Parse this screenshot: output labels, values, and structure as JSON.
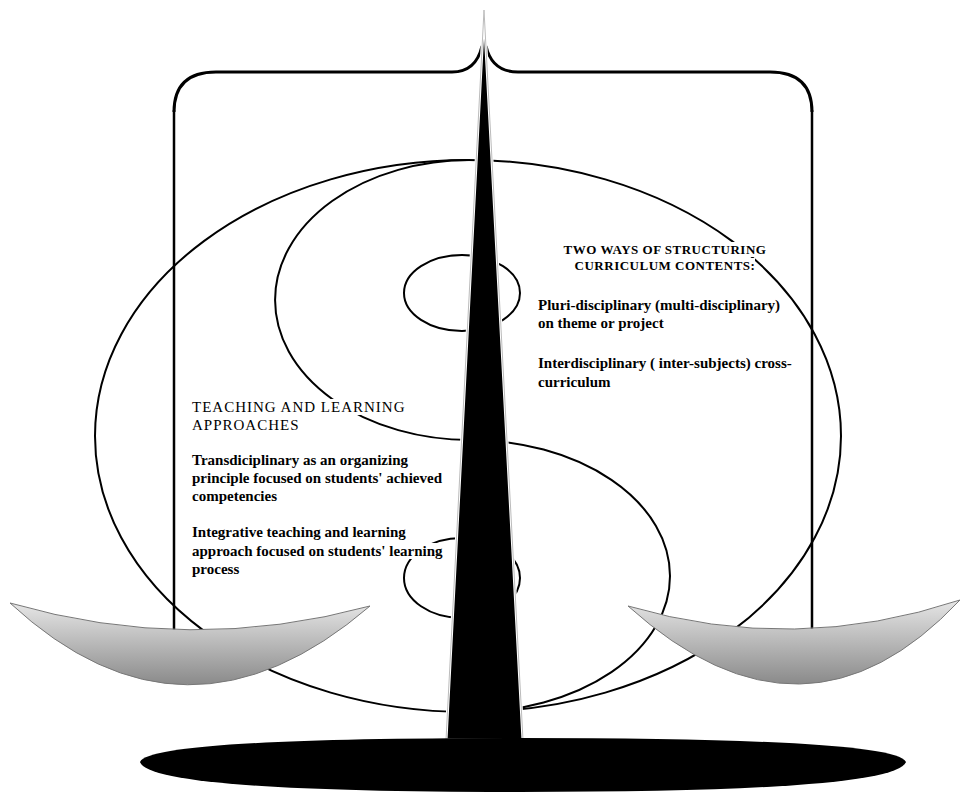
{
  "diagram": {
    "nodes": [
      {
        "text": [
          "TEACHING AND LEARNING APPROACHES",
          "Transdiciplinary as an organizing principle focused on students' achieved competencies",
          "Integrative teaching and learning approach focused on students' learning process"
        ]
      },
      {
        "text": [
          "TWO WAYS OF STRUCTURING CURRICULUM CONTENTS:",
          "Pluri-disciplinary (multi-disciplinary) on theme or project",
          "Interdisciplinary ( inter-subjects) cross-curriculum"
        ]
      }
    ]
  }
}
